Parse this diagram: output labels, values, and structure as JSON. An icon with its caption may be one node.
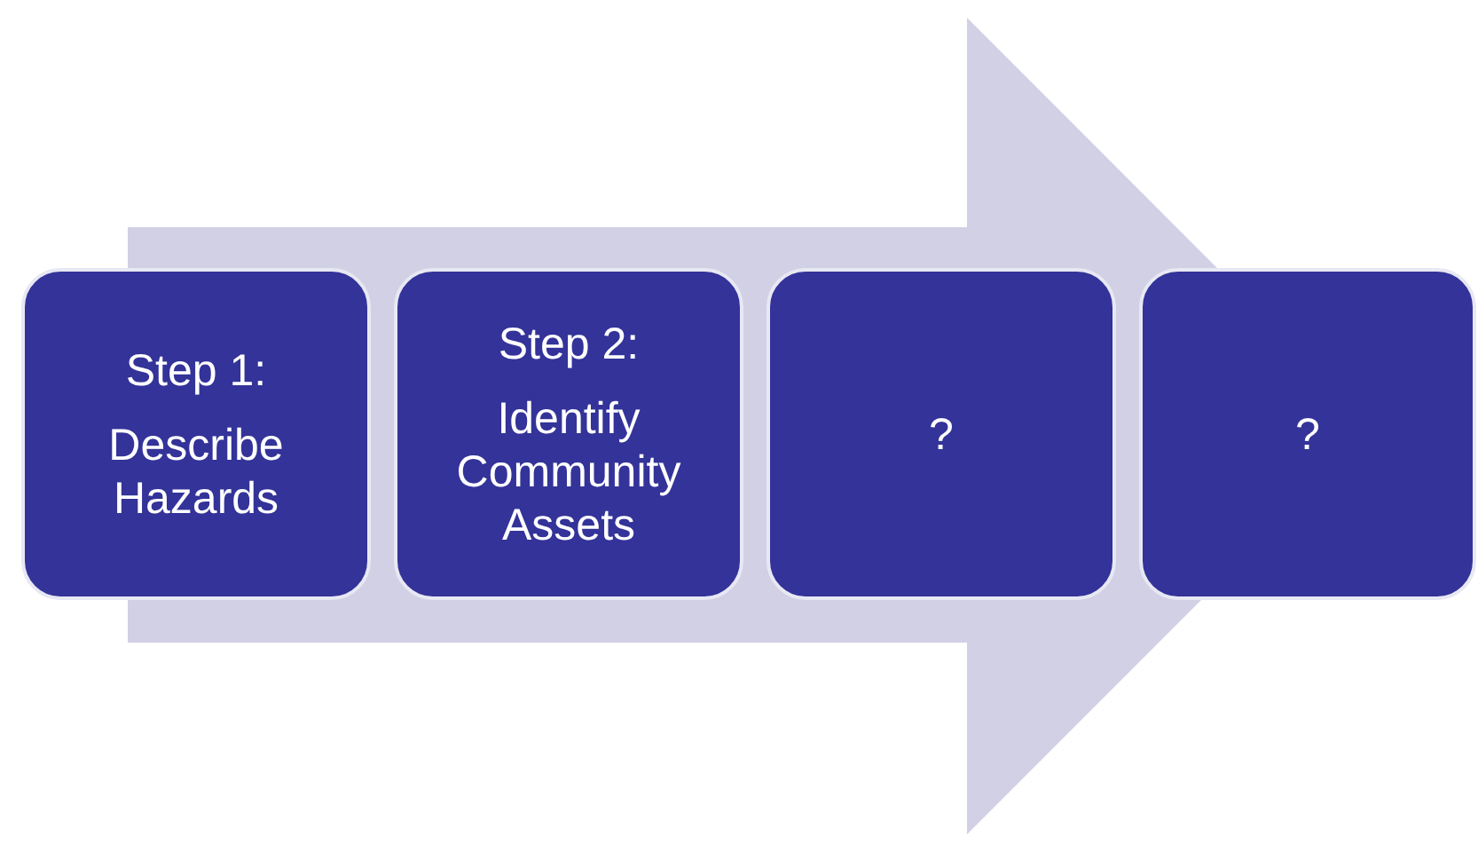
{
  "diagram": {
    "nodes": [
      {
        "text": [
          "Step 1:",
          "Describe Hazards"
        ]
      },
      {
        "text": [
          "Step 2:",
          "Identify Community Assets"
        ]
      },
      {
        "text": [
          "?"
        ]
      },
      {
        "text": [
          "?"
        ]
      }
    ],
    "edges": [
      {
        "from": 0,
        "to": 3,
        "arrow": "to"
      }
    ]
  }
}
